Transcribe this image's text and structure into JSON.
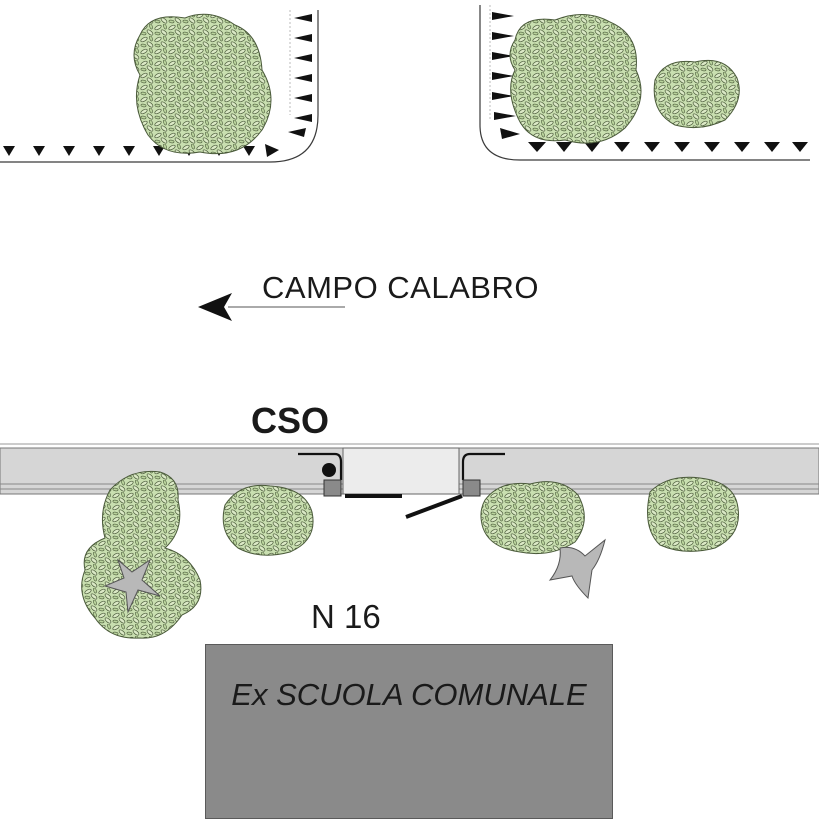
{
  "map": {
    "direction_label": "CAMPO CALABRO",
    "station_label": "CSO",
    "civic_number": "N 16",
    "building_label": "Ex SCUOLA COMUNALE",
    "icons": [
      "direction-arrow-icon",
      "tree-icon",
      "hedge-icon",
      "rail-track",
      "station-shelter-icon",
      "stump-icon"
    ],
    "colors": {
      "foliage": "#c9dfb0",
      "foliage_outline": "#4a5a3a",
      "rail": "#d6d6d6",
      "building": "#8a8a8a",
      "text": "#1a1a1a"
    }
  }
}
